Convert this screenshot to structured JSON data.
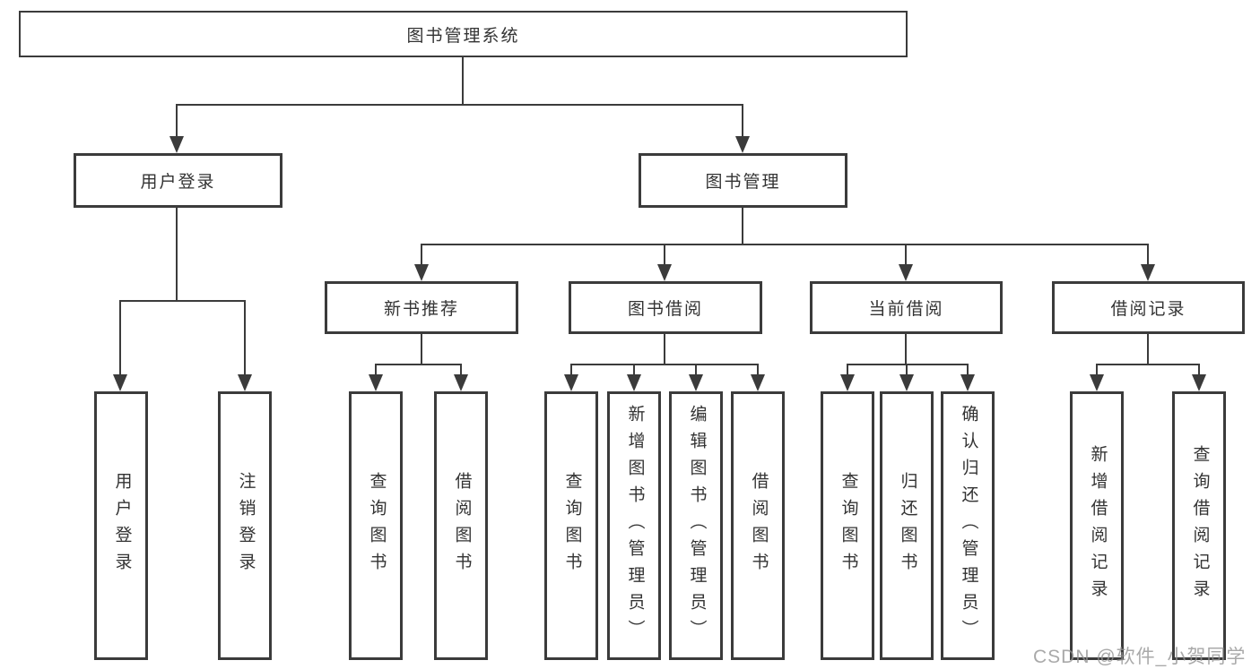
{
  "diagram": {
    "title": "图书管理系统",
    "root": {
      "label": "图书管理系统"
    },
    "branches": [
      {
        "label": "用户登录",
        "children": [
          {
            "label": "用户登录"
          },
          {
            "label": "注销登录"
          }
        ]
      },
      {
        "label": "图书管理",
        "children": [
          {
            "label": "新书推荐",
            "children": [
              {
                "label": "查询图书"
              },
              {
                "label": "借阅图书"
              }
            ]
          },
          {
            "label": "图书借阅",
            "children": [
              {
                "label": "查询图书"
              },
              {
                "label": "新增图书（管理员）"
              },
              {
                "label": "编辑图书（管理员）"
              },
              {
                "label": "借阅图书"
              }
            ]
          },
          {
            "label": "当前借阅",
            "children": [
              {
                "label": "查询图书"
              },
              {
                "label": "归还图书"
              },
              {
                "label": "确认归还（管理员）"
              }
            ]
          },
          {
            "label": "借阅记录",
            "children": [
              {
                "label": "新增借阅记录"
              },
              {
                "label": "查询借阅记录"
              }
            ]
          }
        ]
      }
    ]
  },
  "watermark": {
    "text": "CSDN @软件_小贺同学"
  },
  "colors": {
    "line": "#3b3b3b",
    "border": "#3b3b3b",
    "text": "#333333",
    "background": "#ffffff",
    "watermark": "#949494"
  }
}
